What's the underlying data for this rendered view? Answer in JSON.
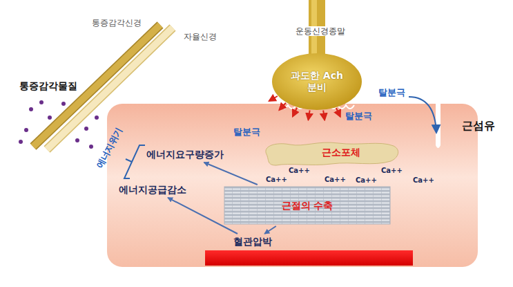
{
  "diagram": {
    "nodes": [
      {
        "text": [
          "근섬유"
        ]
      },
      {
        "text": [
          "과도한 Ach 분비"
        ]
      },
      {
        "text": [
          "근소포체"
        ],
        "in": 0
      },
      {
        "text": [
          "근절의 수축"
        ],
        "in": 0
      },
      {
        "text": [
          "에너지요구량증가"
        ],
        "in": 0
      },
      {
        "text": [
          "에너지공급감소"
        ],
        "in": 0
      },
      {
        "text": [
          "혈관압박"
        ],
        "in": 0
      }
    ],
    "edges": [
      {
        "from": 3,
        "to": 4,
        "arrow": "to"
      },
      {
        "from": 3,
        "to": 6,
        "arrow": "to"
      },
      {
        "from": 6,
        "to": 5,
        "arrow": "to"
      }
    ],
    "labels": [
      "통증감각신경",
      "자율신경",
      "운동신경종말",
      "통증감각물질",
      "탈분극",
      "탈분극",
      "탈분극",
      "에너지위기",
      "Ca++",
      "Ca++",
      "Ca++",
      "Ca++",
      "Ca++",
      "Ca++"
    ]
  }
}
